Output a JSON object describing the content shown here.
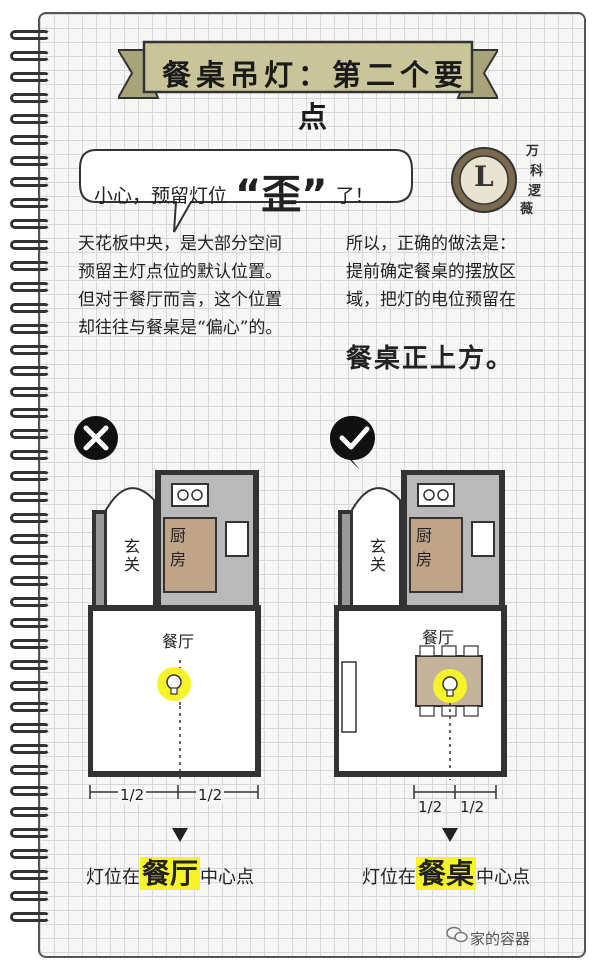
{
  "title": "餐桌吊灯：第二个要点",
  "bubble": {
    "pre": "小心，预留灯位",
    "big": "“歪”",
    "post": "了！"
  },
  "badge": {
    "letter": "L",
    "chars": [
      "万",
      "科",
      "逻",
      "薇"
    ]
  },
  "left_text": "天花板中央，是大部分空间预留主灯点位的默认位置。但对于餐厅而言，这个位置却往往与餐桌是“偏心”的。",
  "right_text": "所以，正确的做法是：提前确定餐桌的摆放区域，把灯的电位预留在",
  "right_emph": "餐桌正上方。",
  "icons": {
    "wrong": "cross-icon",
    "right": "check-icon"
  },
  "plans": [
    {
      "kitchen": "厨房",
      "entry": "玄关",
      "dining": "餐厅",
      "dim_a": "1/2",
      "dim_b": "1/2",
      "caption_pre": "灯位在",
      "caption_hl": "餐厅",
      "caption_post": "中心点"
    },
    {
      "kitchen": "厨房",
      "entry": "玄关",
      "dining": "餐厅",
      "dim_a": "1/2",
      "dim_b": "1/2",
      "caption_pre": "灯位在",
      "caption_hl": "餐桌",
      "caption_post": "中心点"
    }
  ],
  "brand": "家的容器",
  "colors": {
    "banner": "#c9c59a",
    "highlight": "#f7f32a",
    "wall": "#777777",
    "kitchen_floor": "#b9b9b9",
    "table": "#c4b39a"
  }
}
